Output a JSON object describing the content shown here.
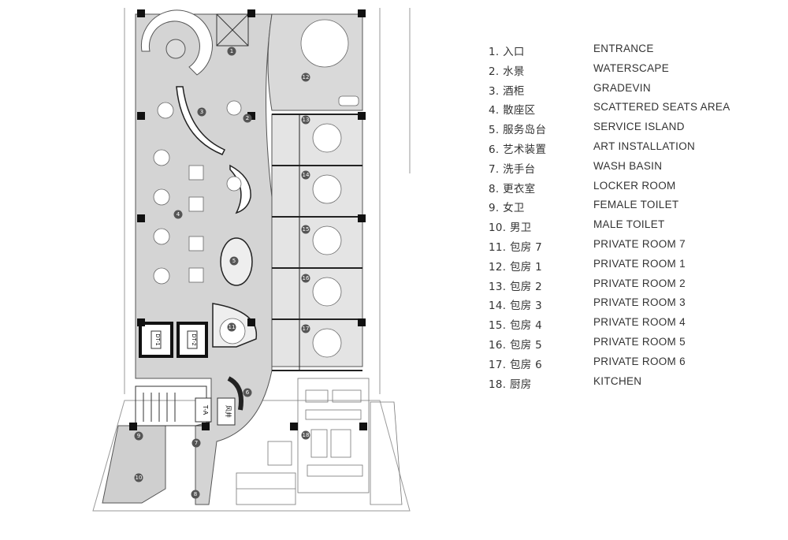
{
  "legend": [
    {
      "zh": "1. 入口",
      "en": "ENTRANCE"
    },
    {
      "zh": "2. 水景",
      "en": "WATERSCAPE"
    },
    {
      "zh": "3. 酒柜",
      "en": "GRADEVIN"
    },
    {
      "zh": "4. 散座区",
      "en": "SCATTERED SEATS AREA"
    },
    {
      "zh": "5. 服务岛台",
      "en": "SERVICE ISLAND"
    },
    {
      "zh": "6. 艺术装置",
      "en": "ART INSTALLATION"
    },
    {
      "zh": "7. 洗手台",
      "en": "WASH BASIN"
    },
    {
      "zh": "8. 更衣室",
      "en": "LOCKER ROOM"
    },
    {
      "zh": "9. 女卫",
      "en": "FEMALE TOILET"
    },
    {
      "zh": "10. 男卫",
      "en": "MALE TOILET"
    },
    {
      "zh": "11. 包房 7",
      "en": "PRIVATE ROOM 7"
    },
    {
      "zh": "12. 包房 1",
      "en": "PRIVATE ROOM 1"
    },
    {
      "zh": "13. 包房 2",
      "en": "PRIVATE ROOM 2"
    },
    {
      "zh": "14. 包房 3",
      "en": "PRIVATE ROOM 3"
    },
    {
      "zh": "15. 包房 4",
      "en": "PRIVATE ROOM 4"
    },
    {
      "zh": "16. 包房 5",
      "en": "PRIVATE ROOM 5"
    },
    {
      "zh": "17. 包房 6",
      "en": "PRIVATE ROOM 6"
    },
    {
      "zh": "18. 厨房",
      "en": "KITCHEN"
    }
  ],
  "plan": {
    "markers": [
      "1",
      "2",
      "3",
      "4",
      "5",
      "6",
      "7",
      "8",
      "9",
      "10",
      "11",
      "12",
      "13",
      "14",
      "15",
      "16",
      "17",
      "18"
    ],
    "labels": {
      "elevator_1": "DT-1",
      "elevator_2": "DT-2",
      "lift_a": "T-A",
      "shaft": "风井"
    },
    "colors": {
      "floor": "#d4d4d4",
      "wall": "#1a1a1a",
      "marker": "#555555",
      "outline": "#9a9a9a"
    }
  }
}
